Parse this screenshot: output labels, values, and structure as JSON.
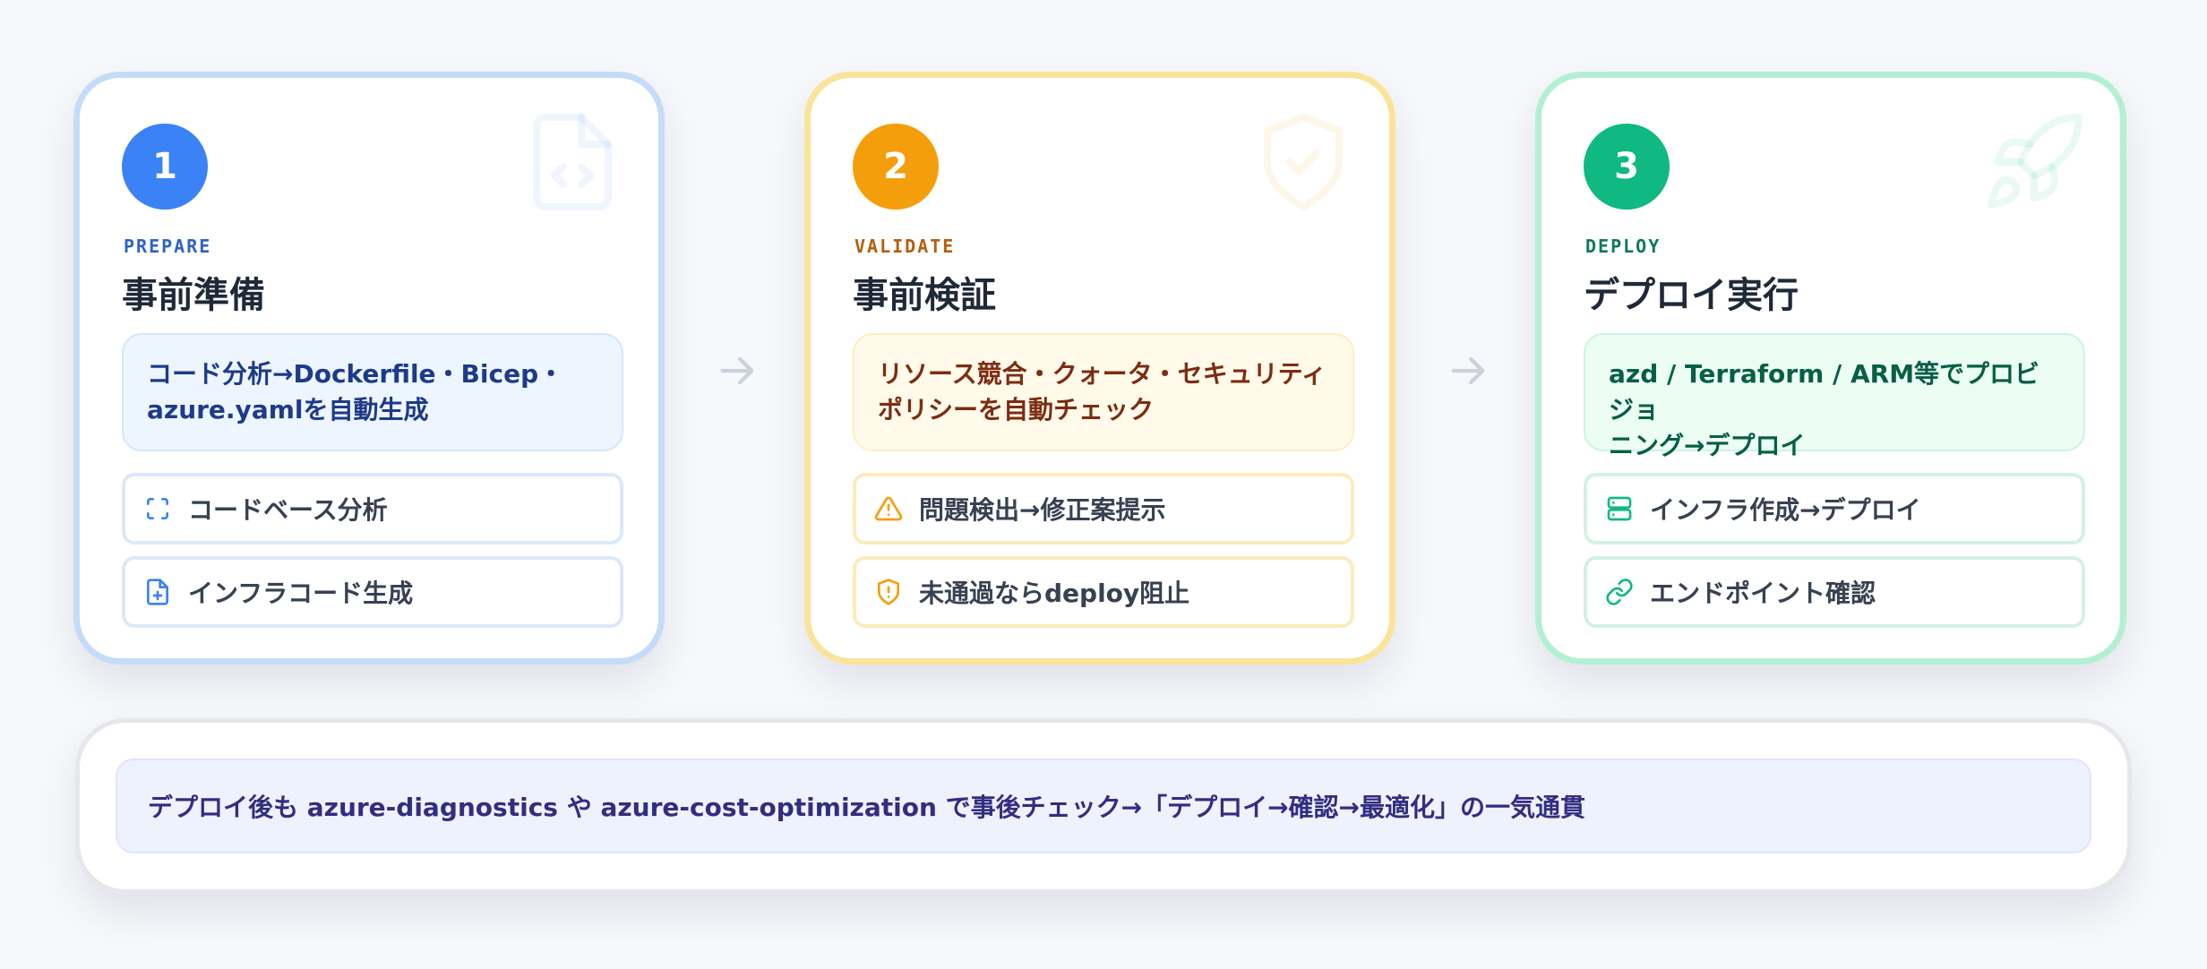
{
  "steps": [
    {
      "number": "1",
      "tag": "PREPARE",
      "title": "事前準備",
      "desc_line1": "コード分析→Dockerfile・Bicep・",
      "desc_line2": "azure.yamlを自動生成",
      "watermark_icon": "file-code-icon",
      "features": [
        {
          "icon": "scan-icon",
          "label": "コードベース分析"
        },
        {
          "icon": "file-plus-icon",
          "label": "インフラコード生成"
        }
      ],
      "accent": "#3b82f6"
    },
    {
      "number": "2",
      "tag": "VALIDATE",
      "title": "事前検証",
      "desc_line1": "リソース競合・クォータ・セキュリティ",
      "desc_line2": "ポリシーを自動チェック",
      "watermark_icon": "shield-check-icon",
      "features": [
        {
          "icon": "warning-triangle-icon",
          "label": "問題検出→修正案提示"
        },
        {
          "icon": "shield-alert-icon",
          "label": "未通過ならdeploy阻止"
        }
      ],
      "accent": "#f59e0b"
    },
    {
      "number": "3",
      "tag": "DEPLOY",
      "title": "デプロイ実行",
      "desc_line1": "azd / Terraform / ARM等でプロビジョ",
      "desc_line2": "ニング→デプロイ",
      "watermark_icon": "rocket-icon",
      "features": [
        {
          "icon": "server-icon",
          "label": "インフラ作成→デプロイ"
        },
        {
          "icon": "link-icon",
          "label": "エンドポイント確認"
        }
      ],
      "accent": "#10b981"
    }
  ],
  "summary": {
    "text": "デプロイ後も azure-diagnostics や azure-cost-optimization で事後チェック→「デプロイ→確認→最適化」の一気通貫"
  }
}
